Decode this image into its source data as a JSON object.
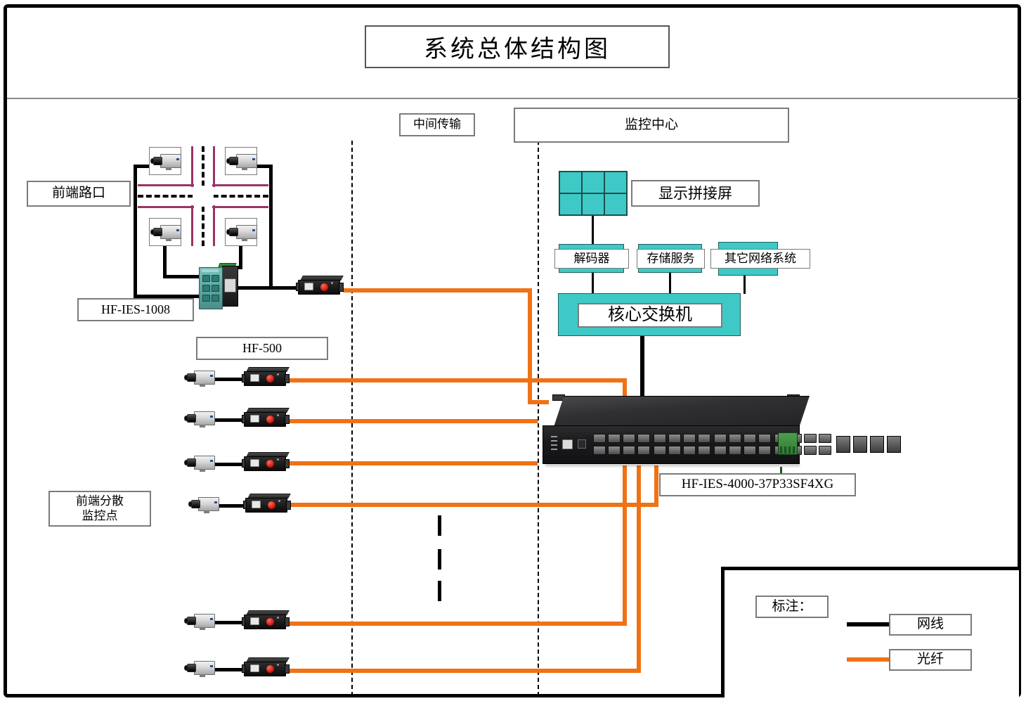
{
  "title": "系统总体结构图",
  "zones": {
    "front_intersection": "前端路口",
    "middle_transmission": "中间传输",
    "monitoring_center": "监控中心",
    "front_distributed": "前端分散\n监控点",
    "front_distributed_line1": "前端分散",
    "front_distributed_line2": "监控点"
  },
  "devices": {
    "edge_switch": "HF-IES-1008",
    "media_converter": "HF-500",
    "core_rack_switch": "HF-IES-4000-37P33SF4XG",
    "video_wall": "显示拼接屏",
    "decoder": "解码器",
    "storage_service": "存储服务",
    "other_network_system": "其它网络系统",
    "core_switch": "核心交换机"
  },
  "legend": {
    "title": "标注：",
    "items": [
      {
        "label": "网线",
        "color": "#000000"
      },
      {
        "label": "光纤",
        "color": "#ef7215"
      }
    ]
  },
  "colors": {
    "cyan": "#3fc9c6",
    "fiber_orange": "#ef7215",
    "cable_black": "#000000",
    "road_magenta": "#9b3365"
  },
  "camera_count_intersection": 4,
  "distributed_node_count": 6
}
